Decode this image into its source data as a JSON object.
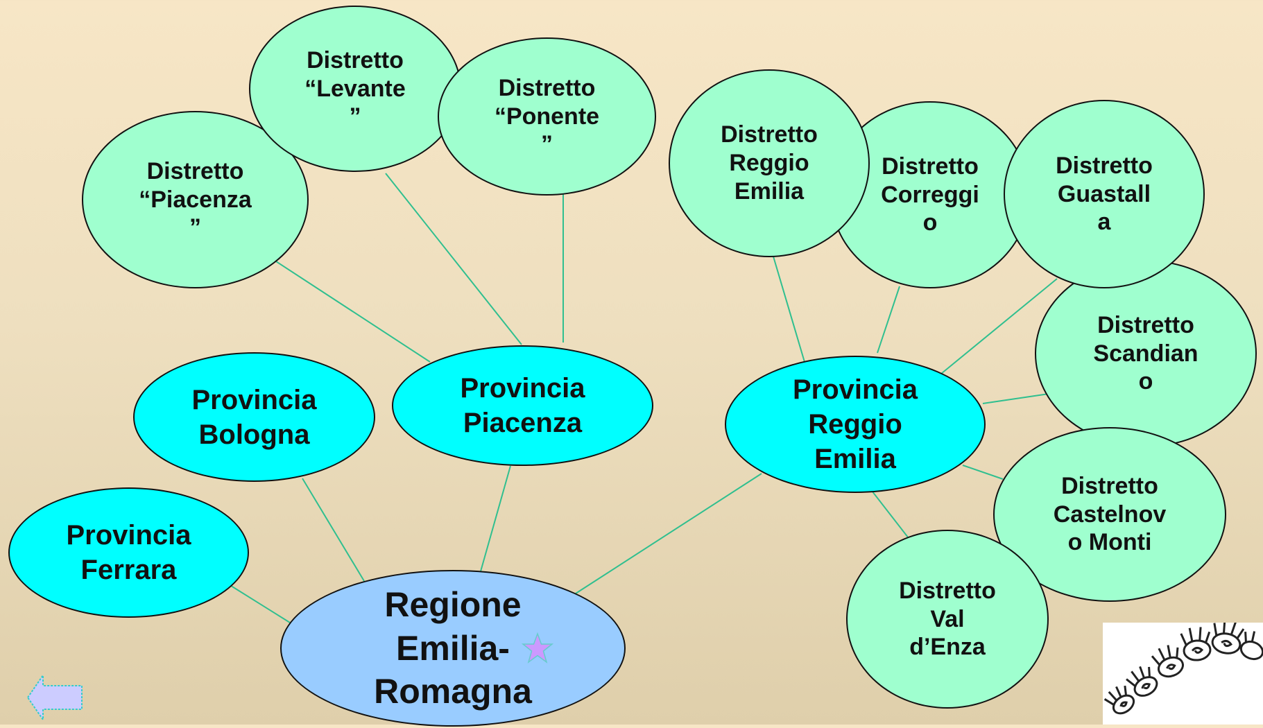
{
  "diagram": {
    "region": {
      "label": "Regione\nEmilia-\nRomagna"
    },
    "provinces": {
      "ferrara": {
        "label": "Provincia\nFerrara"
      },
      "bologna": {
        "label": "Provincia\nBologna"
      },
      "piacenza": {
        "label": "Provincia\nPiacenza"
      },
      "reggio_emilia": {
        "label": "Provincia\nReggio\nEmilia"
      }
    },
    "districts": {
      "piacenza": {
        "label": "Distretto\n“Piacenza\n”"
      },
      "levante": {
        "label": "Distretto\n“Levante\n”"
      },
      "ponente": {
        "label": "Distretto\n“Ponente\n”"
      },
      "reggio_emilia": {
        "label": "Distretto\nReggio\nEmilia"
      },
      "correggio": {
        "label": "Distretto\nCorreggi\no"
      },
      "guastalla": {
        "label": "Distretto\nGuastall\na"
      },
      "scandiano": {
        "label": "Distretto\nScandian\no"
      },
      "castelnovo_monti": {
        "label": "Distretto\nCastelnov\no Monti"
      },
      "val_enza": {
        "label": "Distretto\nVal\nd’Enza"
      }
    }
  },
  "icons": {
    "star": "star-icon",
    "back": "back-arrow-icon",
    "logo": "hands-logo"
  },
  "colors": {
    "background": "#f3e4c4",
    "district_fill": "#9fffcf",
    "province_fill": "#00ffff",
    "region_fill": "#99ccff",
    "connector": "#2fbf8f",
    "star": "#cc99ff",
    "back_arrow": "#ccccff"
  }
}
